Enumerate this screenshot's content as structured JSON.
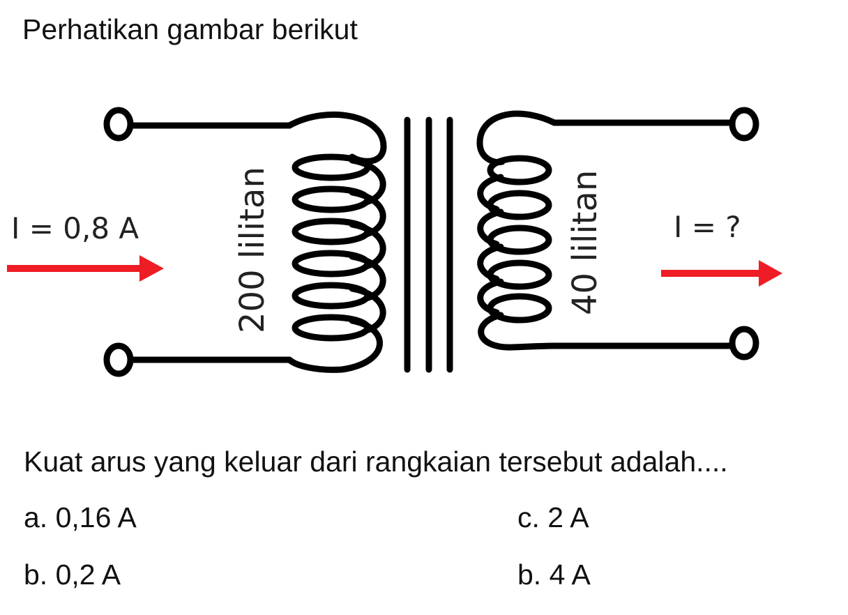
{
  "heading": "Perhatikan gambar berikut",
  "figure": {
    "primary_current": "I = 0,8 A",
    "primary_turns": "200 lilitan",
    "secondary_turns": "40 lilitan",
    "secondary_current": "I = ?",
    "arrow_color": "#ee1c24",
    "wire_color": "#000000"
  },
  "question": "Kuat arus yang keluar dari rangkaian tersebut adalah....",
  "options": [
    "a. 0,16 A",
    "b. 0,2 A",
    "c. 2 A",
    "b. 4 A"
  ]
}
